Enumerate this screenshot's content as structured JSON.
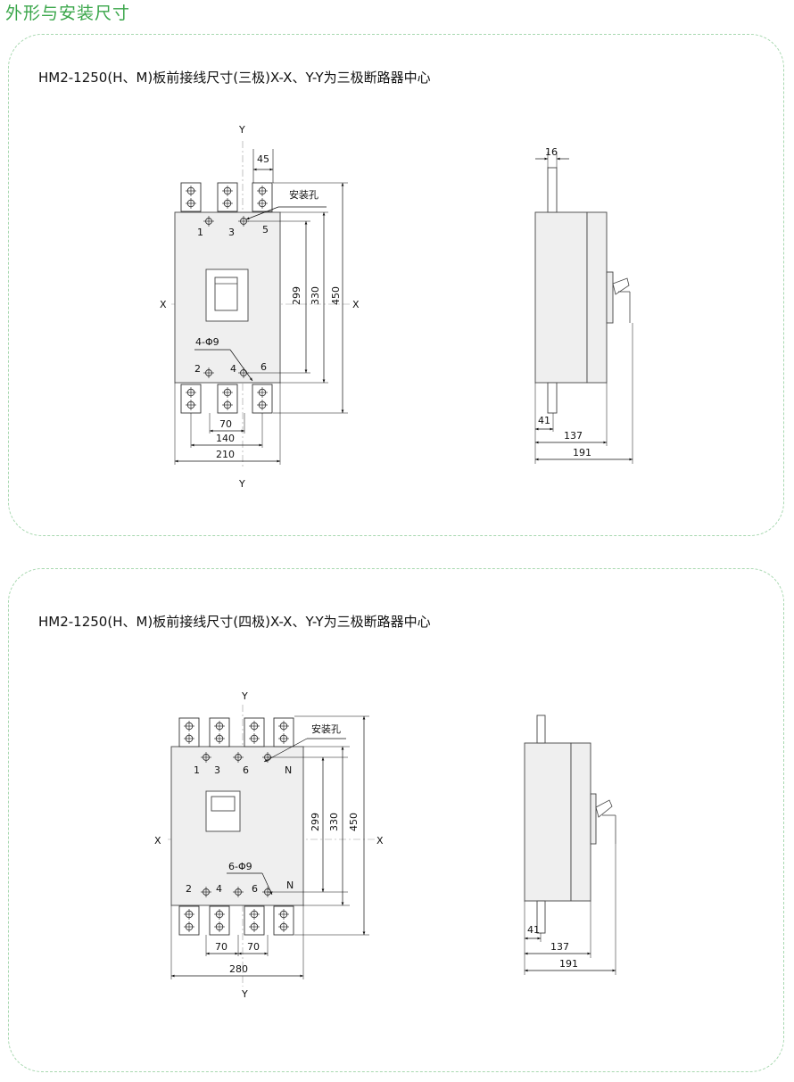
{
  "page_title": "外形与安装尺寸",
  "accent_color": "#3aa64a",
  "panel_border_color": "#a8d8b0",
  "body_fill_color": "#efefef",
  "section1": {
    "title": "HM2-1250(H、M)板前接线尺寸(三极)X-X、Y-Y为三极断路器中心",
    "axis_x": "X",
    "axis_y": "Y",
    "mount_hole_label": "安装孔",
    "hole_label": "4-Φ9",
    "top_nums": [
      "1",
      "3",
      "5"
    ],
    "bottom_nums": [
      "2",
      "4",
      "6"
    ],
    "dims": {
      "pitch_top": "45",
      "h299": "299",
      "h330": "330",
      "h450": "450",
      "w70": "70",
      "w140": "140",
      "w210": "210",
      "side_16": "16",
      "side_41": "41",
      "side_137": "137",
      "side_191": "191"
    }
  },
  "section2": {
    "title": "HM2-1250(H、M)板前接线尺寸(四极)X-X、Y-Y为三极断路器中心",
    "axis_x": "X",
    "axis_y": "Y",
    "mount_hole_label": "安装孔",
    "hole_label": "6-Φ9",
    "top_nums": [
      "1",
      "3",
      "6",
      "N"
    ],
    "bottom_nums": [
      "2",
      "4",
      "6",
      "N"
    ],
    "dims": {
      "h299": "299",
      "h330": "330",
      "h450": "450",
      "w70a": "70",
      "w70b": "70",
      "w280": "280",
      "side_41": "41",
      "side_137": "137",
      "side_191": "191"
    }
  }
}
